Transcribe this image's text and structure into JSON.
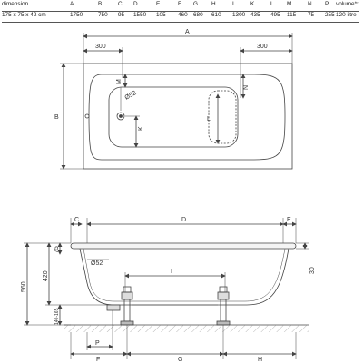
{
  "spec_table": {
    "columns": [
      "dimension",
      "A",
      "B",
      "C",
      "D",
      "E",
      "F",
      "G",
      "H",
      "I",
      "K",
      "L",
      "M",
      "N",
      "P",
      "volume**"
    ],
    "row": [
      "175 x 75 x 42 cm",
      "1750",
      "750",
      "95",
      "1550",
      "105",
      "460",
      "680",
      "610",
      "1300",
      "435",
      "495",
      "115",
      "75",
      "255",
      "120 litre"
    ]
  },
  "top_view": {
    "overall_label": "A",
    "left_offset": "300",
    "right_offset": "300",
    "depth_label": "B",
    "drain_label": "Ø52",
    "label_m": "M",
    "label_k": "K",
    "label_l": "L",
    "label_n": "N"
  },
  "side_view": {
    "label_c": "C",
    "label_d": "D",
    "label_e": "E",
    "rim": "75",
    "height_inner": "420",
    "height_total": "560",
    "leg_range": "140-165",
    "right_rim": "30",
    "drain_label": "Ø52",
    "label_i": "I",
    "label_f": "F",
    "label_g": "G",
    "label_h": "H",
    "label_p": "P"
  },
  "colors": {
    "line": "#444444",
    "fill_light": "#e8e8e8"
  }
}
